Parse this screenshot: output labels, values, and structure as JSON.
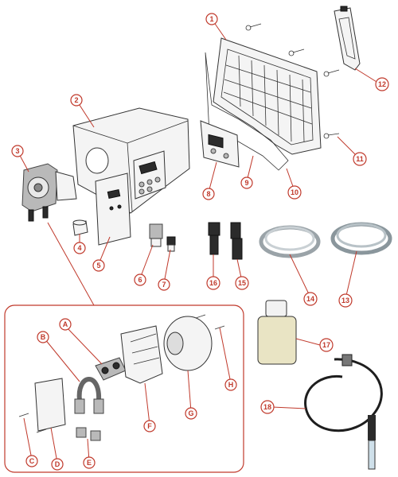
{
  "callouts": [
    {
      "id": "c1",
      "label": "1"
    },
    {
      "id": "c2",
      "label": "2"
    },
    {
      "id": "c3",
      "label": "3"
    },
    {
      "id": "c4",
      "label": "4"
    },
    {
      "id": "c5",
      "label": "5"
    },
    {
      "id": "c6",
      "label": "6"
    },
    {
      "id": "c7",
      "label": "7"
    },
    {
      "id": "c8",
      "label": "8"
    },
    {
      "id": "c9",
      "label": "9"
    },
    {
      "id": "c10",
      "label": "10"
    },
    {
      "id": "c11",
      "label": "11"
    },
    {
      "id": "c12",
      "label": "12"
    },
    {
      "id": "c13",
      "label": "13"
    },
    {
      "id": "c14",
      "label": "14"
    },
    {
      "id": "c15",
      "label": "15"
    },
    {
      "id": "c16",
      "label": "16"
    },
    {
      "id": "c17",
      "label": "17"
    },
    {
      "id": "c18",
      "label": "18"
    },
    {
      "id": "cA",
      "label": "A"
    },
    {
      "id": "cB",
      "label": "B"
    },
    {
      "id": "cC",
      "label": "C"
    },
    {
      "id": "cD",
      "label": "D"
    },
    {
      "id": "cE",
      "label": "E"
    },
    {
      "id": "cF",
      "label": "F"
    },
    {
      "id": "cG",
      "label": "G"
    },
    {
      "id": "cH",
      "label": "H"
    }
  ],
  "colors": {
    "callout": "#c0392b",
    "outline": "#333333",
    "tube": "#9aa3a8",
    "cable": "#1e1e1e"
  }
}
